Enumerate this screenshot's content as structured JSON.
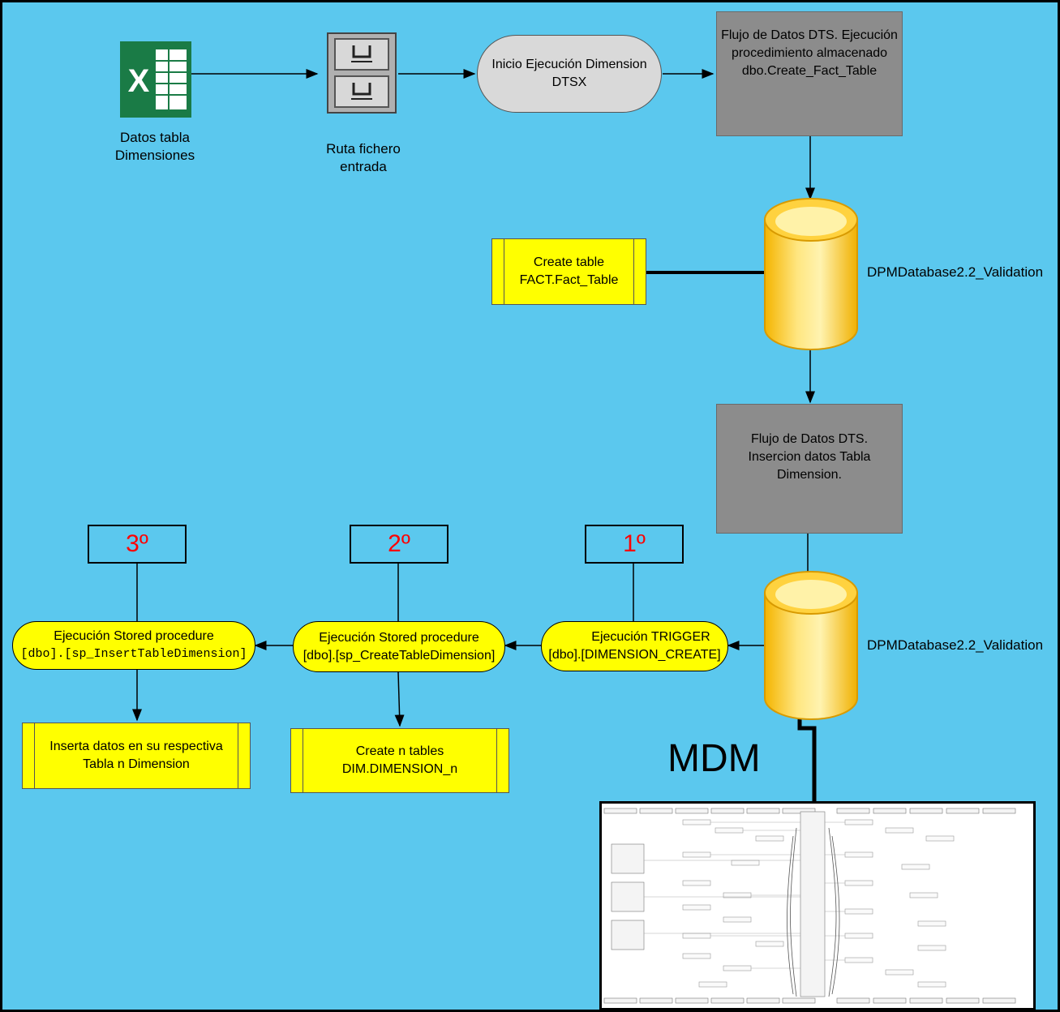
{
  "colors": {
    "background": "#5bc8ee",
    "yellow": "#ffff00",
    "gray_box": "#8c8c8c",
    "order_text": "#ff0000"
  },
  "icons": [
    "excel-icon",
    "file-cabinet-icon",
    "database-cylinder-icon",
    "mdm-diagram-thumbnail"
  ],
  "nodes": {
    "excel_label": "Datos tabla\nDimensiones",
    "cabinet_label": "Ruta fichero\nentrada",
    "start": "Inicio Ejecución Dimension\nDTSX",
    "dts_fact": "Flujo de Datos DTS. Ejecución procedimiento almacenado dbo.Create_Fact_Table",
    "create_fact": "Create table\nFACT.Fact_Table",
    "db1_label": "DPMDatabase2.2_Validation",
    "dts_dim": "Flujo de Datos DTS.\nInsercion datos Tabla\nDimension.",
    "db2_label": "DPMDatabase2.2_Validation",
    "order1": "1º",
    "order2": "2º",
    "order3": "3º",
    "trigger_line1": "Ejecución TRIGGER",
    "trigger_line2": "[dbo].[DIMENSION_CREATE]",
    "sp_create_line1": "Ejecución Stored procedure",
    "sp_create_line2": "[dbo].[sp_CreateTableDimension]",
    "sp_insert_line1": "Ejecución Stored procedure",
    "sp_insert_line2": "[dbo].[sp_InsertTableDimension]",
    "create_n": "Create n tables\nDIM.DIMENSION_n",
    "inserta": "Inserta datos en su respectiva\nTabla n Dimension",
    "mdm": "MDM"
  }
}
